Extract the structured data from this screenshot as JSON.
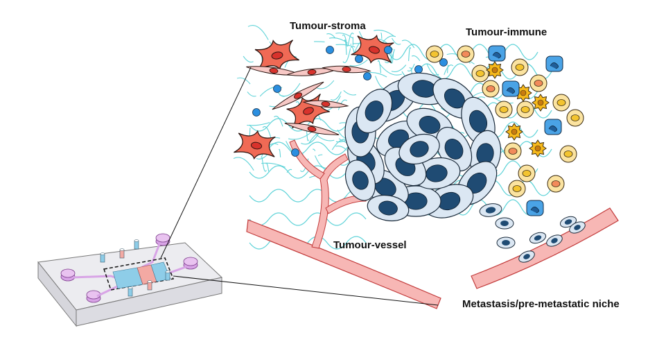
{
  "labels": {
    "tumour_stroma": "Tumour-stroma",
    "tumour_immune": "Tumour-immune",
    "tumour_vessel": "Tumour-vessel",
    "metastasis": "Metastasis/pre-metastatic niche"
  },
  "colors": {
    "ecm_fibre": "#5fd3d8",
    "fibroblast": "#f06a55",
    "fibroblast_edge": "#2a1410",
    "fibroblast_nucleus": "#d8322c",
    "spindle_cell": "#f7c8c5",
    "spindle_nucleus": "#d8322c",
    "tumour_cell": "#dbe7f3",
    "tumour_nucleus": "#1f4b73",
    "molecule_blue": "#2b8fe0",
    "immune_cell": "#fbe3a0",
    "immune_nucleus_yellow": "#f3c430",
    "immune_nucleus_orange": "#f28a5a",
    "macrophage": "#f6b91c",
    "dendritic_blue": "#4aa3e6",
    "vessel": "#f7b7b5",
    "vessel_edge": "#c23a3a",
    "chip_body": "#ececf0",
    "chip_port": "#d8a4e6",
    "chip_blue": "#8ecde8",
    "chip_red": "#f3a9a3"
  }
}
